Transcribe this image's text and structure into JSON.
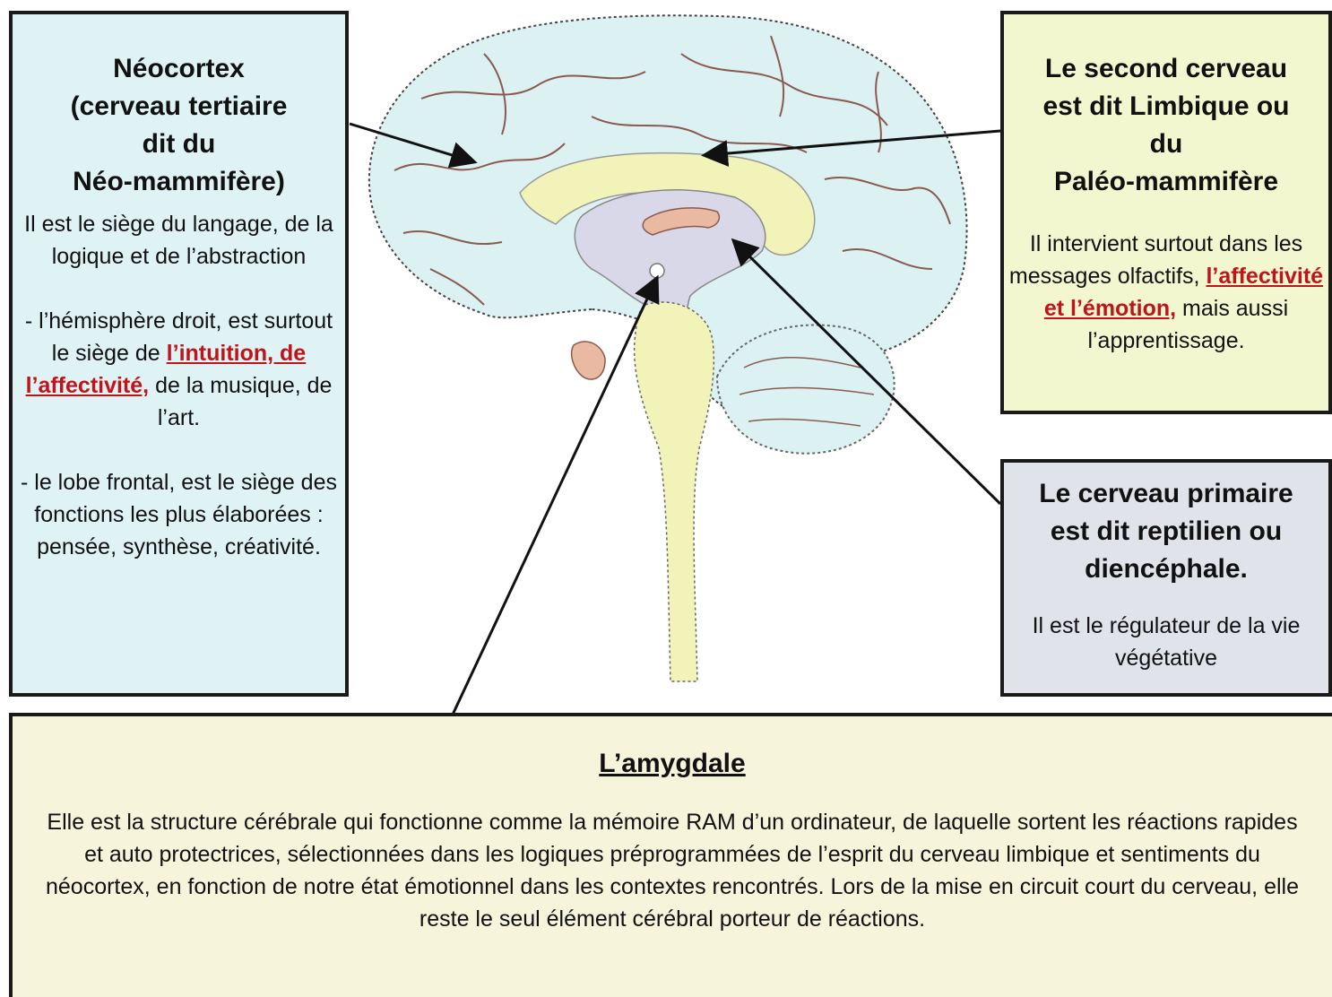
{
  "neocortex": {
    "title": "Néocortex\n(cerveau tertiaire\ndit du\nNéo-mammifère)",
    "p1": "Il est le siège du langage, de la logique et de l’abstraction",
    "p2_pre": "- l’hémisphère droit, est surtout le siège de",
    "p2_hl": "l’intuition, de l’affectivité,",
    "p2_post": "de la musique, de l’art.",
    "p3": "- le lobe frontal, est le siège des fonctions les plus élaborées : pensée, synthèse, créativité."
  },
  "limbic": {
    "title": "Le second cerveau\nest dit Limbique ou\ndu\nPaléo-mammifère",
    "p_pre": "Il intervient surtout dans les messages olfactifs,",
    "p_hl": "l’affectivité et l’émotion,",
    "p_post": "mais aussi l’apprentissage."
  },
  "reptilian": {
    "title": "Le cerveau primaire\nest dit reptilien ou\ndiencéphale.",
    "p": "Il est le régulateur de la vie végétative"
  },
  "amygdale": {
    "title": "L’amygdale",
    "p": "Elle est la structure cérébrale qui fonctionne comme la mémoire RAM d’un ordinateur, de laquelle sortent les réactions rapides et auto protectrices, sélectionnées dans les logiques préprogrammées de l’esprit du cerveau limbique et sentiments du néocortex, en fonction de notre état émotionnel dans les contextes rencontrés. Lors de la mise en circuit court du cerveau, elle reste le seul élément cérébral porteur de réactions."
  },
  "colors": {
    "neocortex_bg": "#dff3f4",
    "limbic_bg": "#f2f7cf",
    "reptilian_bg": "#e1e3ea",
    "amygdale_bg": "#f7f4dc",
    "highlight": "#c0141b"
  }
}
